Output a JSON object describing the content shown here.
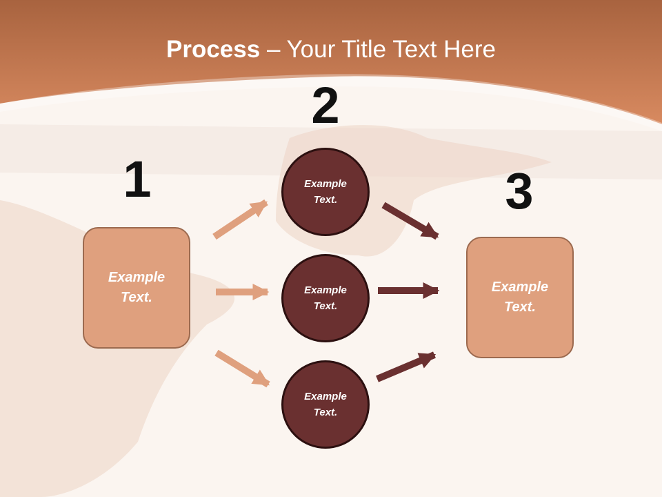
{
  "title": {
    "strong": "Process",
    "separator": " – ",
    "rest": "Your Title Text Here"
  },
  "steps": [
    "1",
    "2",
    "3"
  ],
  "boxes": {
    "left": "Example Text.",
    "right": "Example Text."
  },
  "circles": [
    "Example Text.",
    "Example Text.",
    "Example Text."
  ],
  "colors": {
    "header": "#c97a52",
    "box_fill": "#dfa07e",
    "circle_fill": "#6a3030",
    "light_arrow": "#dfa07e",
    "dark_arrow": "#6a3030"
  }
}
